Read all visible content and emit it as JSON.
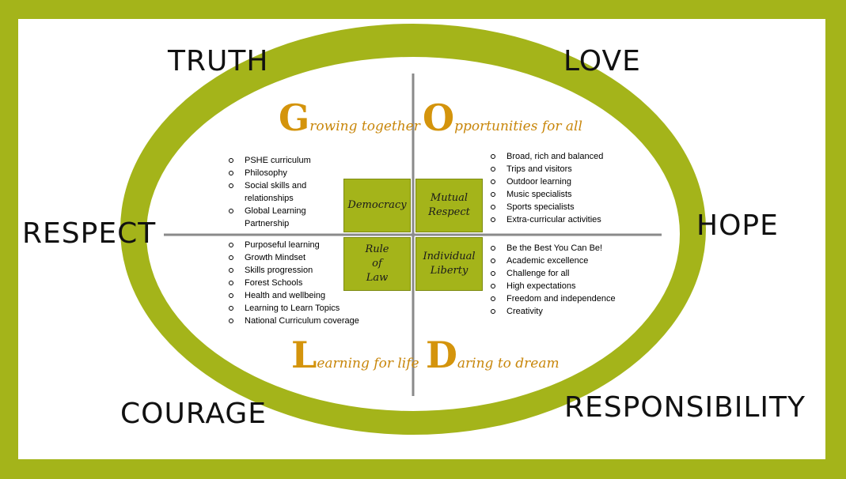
{
  "values": {
    "truth": "TRUTH",
    "love": "LOVE",
    "respect": "RESPECT",
    "hope": "HOPE",
    "courage": "COURAGE",
    "responsibility": "RESPONSIBILITY"
  },
  "quadrants": {
    "growing": {
      "initial": "G",
      "rest": "rowing together",
      "items": [
        "PSHE curriculum",
        "Philosophy",
        "Social skills and relationships",
        "Global Learning Partnership"
      ]
    },
    "opportunities": {
      "initial": "O",
      "rest": "pportunities for all",
      "items": [
        "Broad, rich and balanced",
        "Trips and visitors",
        "Outdoor learning",
        "Music specialists",
        "Sports specialists",
        "Extra-curricular activities"
      ]
    },
    "learning": {
      "initial": "L",
      "rest": "earning for life",
      "items": [
        "Purposeful learning",
        "Growth Mindset",
        "Skills progression",
        "Forest Schools",
        "Health and wellbeing",
        "Learning to Learn Topics",
        "National Curriculum coverage"
      ]
    },
    "daring": {
      "initial": "D",
      "rest": "aring to dream",
      "items": [
        "Be the Best You Can Be!",
        "Academic excellence",
        "Challenge for all",
        "High expectations",
        "Freedom and independence",
        "Creativity"
      ]
    }
  },
  "british_values": {
    "democracy": "Democracy",
    "mutual_respect": [
      "Mutual",
      "Respect"
    ],
    "rule_of_law": [
      "Rule",
      "of",
      "Law"
    ],
    "individual_liberty": [
      "Individual",
      "Liberty"
    ]
  },
  "colors": {
    "frame_green": "#a4b41a",
    "ring_green": "#a4b41a",
    "title_orange": "#c8860a",
    "divider_gray": "#8a8a8a"
  }
}
